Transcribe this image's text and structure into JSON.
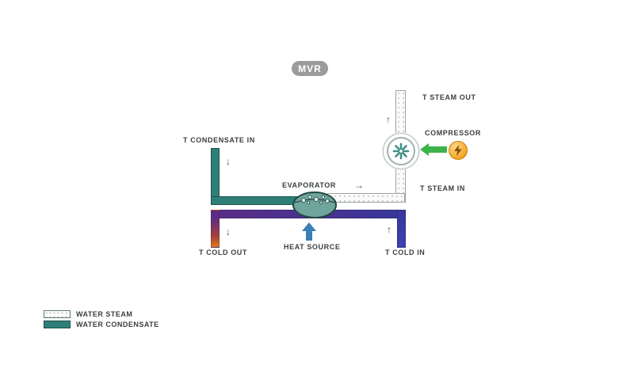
{
  "title": "MVR",
  "labels": {
    "steam_out": "T STEAM OUT",
    "steam_in": "T STEAM IN",
    "condensate_in": "T CONDENSATE IN",
    "cold_out": "T COLD OUT",
    "cold_in": "T COLD IN",
    "evaporator": "EVAPORATOR",
    "compressor": "COMPRESSOR",
    "heat_source": "HEAT SOURCE"
  },
  "arrows": {
    "up": "↑",
    "down": "↓",
    "right": "→"
  },
  "legend": {
    "items": [
      {
        "label": "WATER STEAM",
        "swatch": "steam"
      },
      {
        "label": "WATER CONDENSATE",
        "swatch": "condensate"
      }
    ]
  },
  "colors": {
    "teal": "#2e7f78",
    "purple": "#5b2c86",
    "indigo": "#38379b",
    "orange": "#e07a1e",
    "green": "#3cb44a",
    "badge_gray": "#9b9b9b",
    "heat_blue": "#3a7fb5",
    "compressor_fan": "#3f8f88",
    "bolt_brown": "#8a5208"
  }
}
